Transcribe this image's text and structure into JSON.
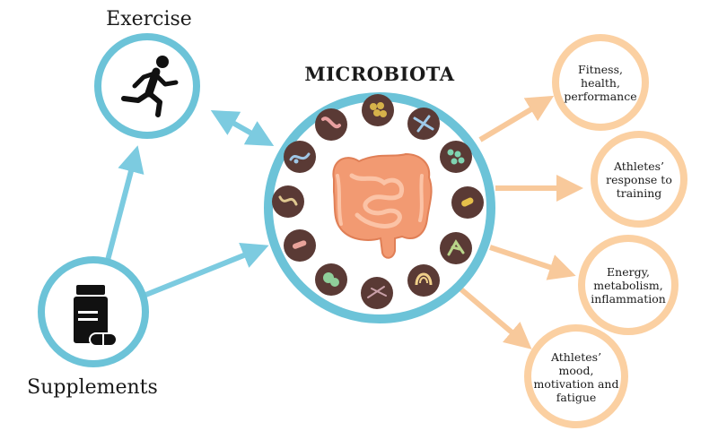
{
  "labels": {
    "exercise": "Exercise",
    "supplements": "Supplements",
    "microbiota": "MICROBIOTA"
  },
  "outcomes": [
    "Fitness,\nhealth,\nperformance",
    "Athletes’\nresponse to\ntraining",
    "Energy,\nmetabolism,\ninflammation",
    "Athletes’\nmood,\nmotivation and\nfatigue"
  ],
  "icons": {
    "exercise": "running-person-icon",
    "supplements": "supplement-bottle-icon",
    "center": "intestine-icon",
    "microbes": "bacteria-icon"
  },
  "colors": {
    "blue_ring": "#6cc3d8",
    "orange_ring": "#fbd0a2",
    "orange_arrow": "#f8c99b",
    "microbe_bg": "#5a3a35",
    "intestine": "#f29a72"
  }
}
